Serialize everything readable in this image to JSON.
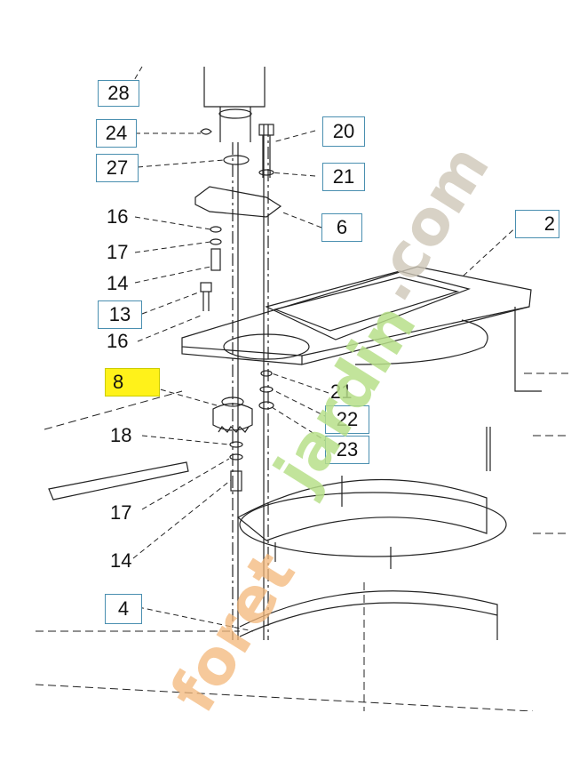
{
  "callouts": {
    "c28": "28",
    "c24": "24",
    "c27": "27",
    "c20": "20",
    "c21a": "21",
    "c16a": "16",
    "c17a": "17",
    "c14a": "14",
    "c6": "6",
    "c2": "2",
    "c13": "13",
    "c16b": "16",
    "c8": "8",
    "c21b": "21",
    "c22": "22",
    "c18": "18",
    "c23": "23",
    "c17b": "17",
    "c14b": "14",
    "c4": "4"
  },
  "watermark": {
    "brand_orange": "foret",
    "brand_green": "jardin",
    "domain_gray": ".com",
    "colors": {
      "green": "#b8e08a",
      "orange": "#f4b87a",
      "gray": "#cfc8b8"
    }
  },
  "highlight_color": "#fff21a",
  "callout_border_color": "#4a8fb0"
}
